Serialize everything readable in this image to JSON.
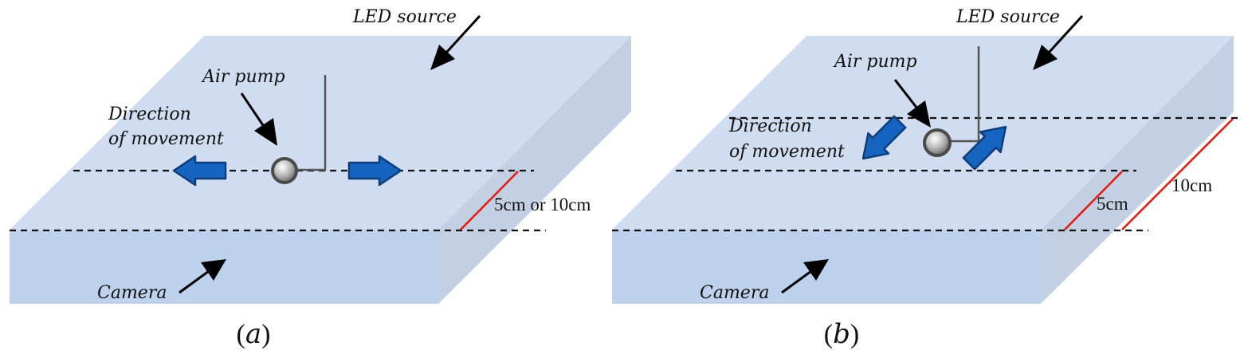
{
  "colors": {
    "top_face": "#d0ddf0",
    "front_face": "#bdd1ec",
    "side_face": "#c3cfe3",
    "arrow_blue": "#1565c0",
    "arrow_border": "#0d3d7a",
    "measure_red": "#e8190e",
    "dash": "#111111"
  },
  "panel_a": {
    "led_label": "LED source",
    "pump_label": "Air pump",
    "direction_line1": "Direction",
    "direction_line2": "of movement",
    "distance_label": "5cm or 10cm",
    "camera_label": "Camera",
    "caption_letter": "a"
  },
  "panel_b": {
    "led_label": "LED source",
    "pump_label": "Air pump",
    "direction_line1": "Direction",
    "direction_line2": "of movement",
    "distance_near_label": "5cm",
    "distance_far_label": "10cm",
    "camera_label": "Camera",
    "caption_letter": "b"
  }
}
